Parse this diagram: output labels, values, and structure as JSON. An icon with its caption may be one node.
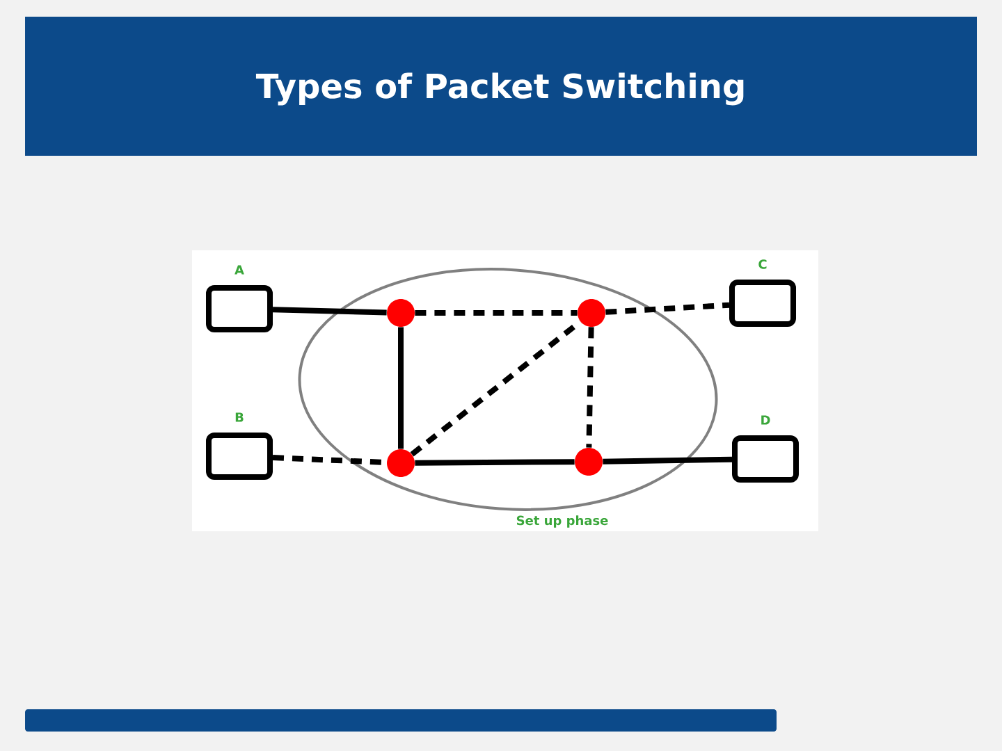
{
  "diagram": {
    "title": "Types of Packet Switching",
    "nodes": [
      {
        "text": [
          "A"
        ]
      },
      {
        "text": [
          "B"
        ]
      },
      {
        "text": [],
        "shape": "ellipse"
      },
      {
        "text": [],
        "shape": "circle",
        "in": 2
      },
      {
        "text": [],
        "shape": "circle",
        "in": 2
      },
      {
        "text": [],
        "shape": "circle",
        "in": 2
      },
      {
        "text": [],
        "shape": "circle",
        "in": 2
      },
      {
        "text": [
          "C"
        ]
      },
      {
        "text": [
          "D"
        ]
      }
    ],
    "edges": [
      {
        "from": 0,
        "to": 3,
        "arrow": "none"
      },
      {
        "from": 3,
        "to": 4,
        "arrow": "none",
        "style": "dashed"
      },
      {
        "from": 4,
        "to": 7,
        "arrow": "none",
        "style": "dashed"
      },
      {
        "from": 3,
        "to": 5,
        "arrow": "none"
      },
      {
        "from": 5,
        "to": 4,
        "arrow": "none",
        "style": "dashed"
      },
      {
        "from": 4,
        "to": 6,
        "arrow": "none",
        "style": "dashed"
      },
      {
        "from": 1,
        "to": 5,
        "arrow": "none",
        "style": "dashed"
      },
      {
        "from": 5,
        "to": 6,
        "arrow": "none"
      },
      {
        "from": 6,
        "to": 8,
        "arrow": "none"
      }
    ],
    "labels": [
      "Set up phase"
    ]
  }
}
